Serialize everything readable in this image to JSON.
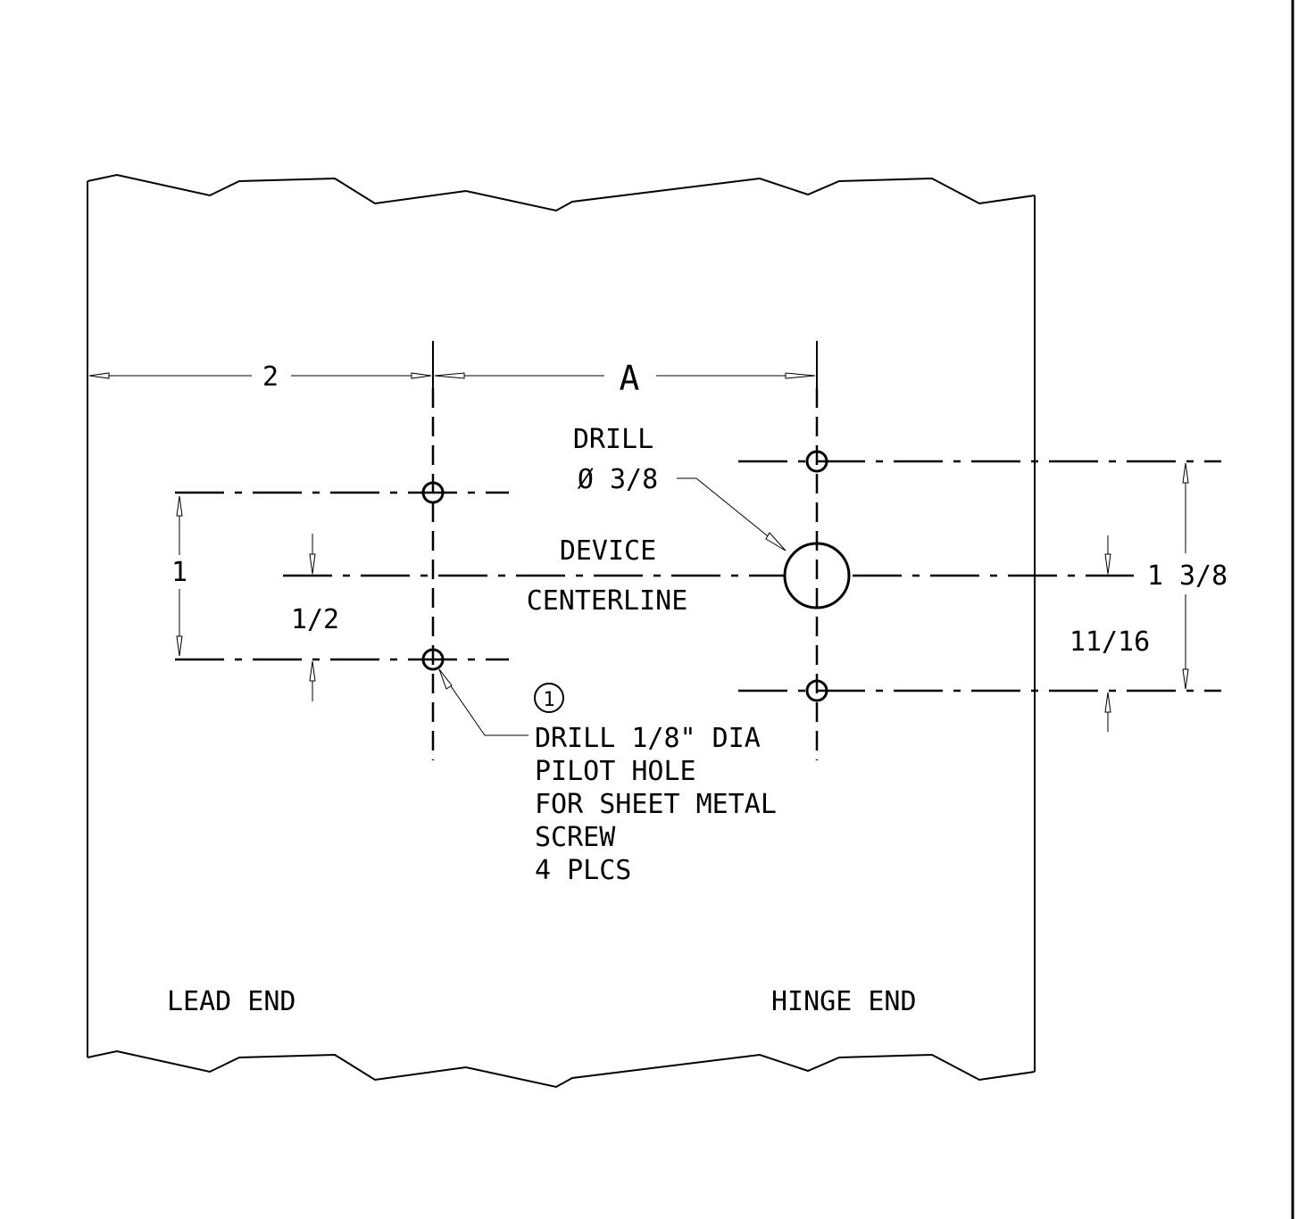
{
  "drawing": {
    "dimensions": {
      "lead_to_pilot": "2",
      "pilot_to_device": "A",
      "pilot_spacing": "1",
      "pilot_half": "1/2",
      "device_pilot_spacing": "1 3/8",
      "device_pilot_half": "11/16"
    },
    "notes": {
      "drill_title": "DRILL",
      "drill_size": "Ø 3/8",
      "device_label": "DEVICE",
      "centerline_label": "CENTERLINE",
      "callout_number": "1",
      "pilot_note_lines": [
        "DRILL 1/8\" DIA",
        "PILOT HOLE",
        "FOR SHEET METAL",
        "SCREW",
        "4 PLCS"
      ],
      "lead_end": "LEAD END",
      "hinge_end": "HINGE END"
    }
  }
}
